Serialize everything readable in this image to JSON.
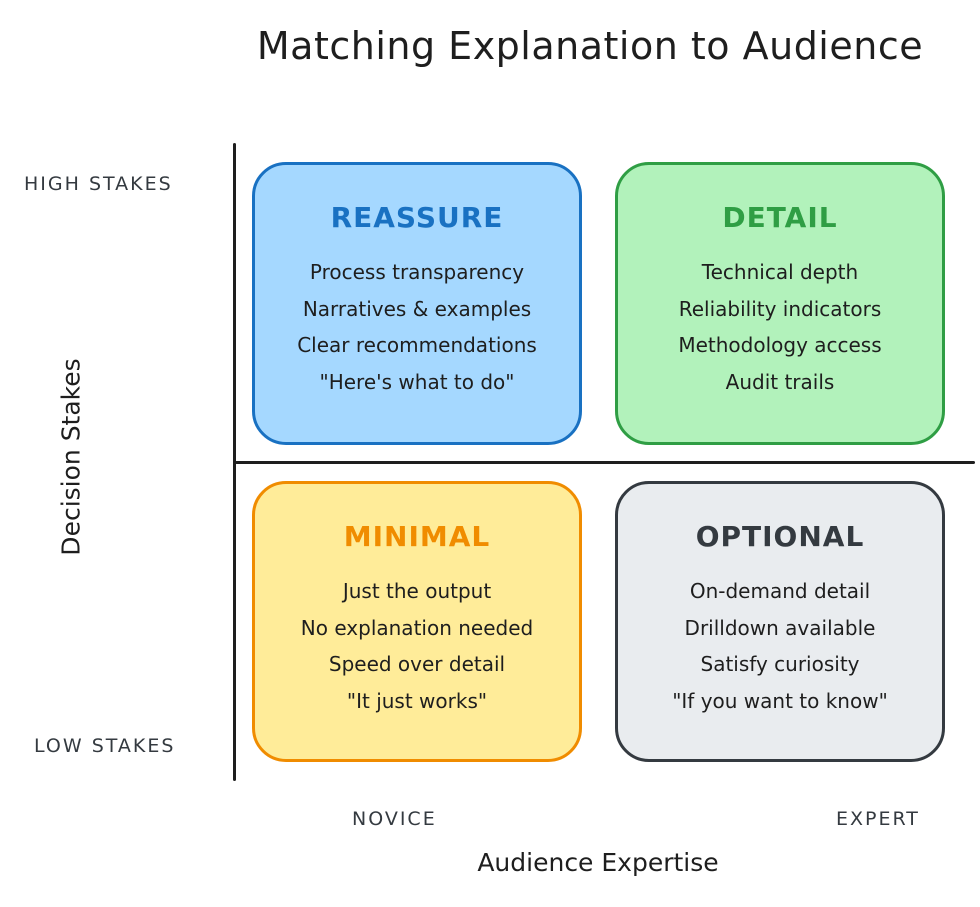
{
  "title": "Matching Explanation to Audience",
  "y_axis": {
    "label": "Decision Stakes",
    "high": "HIGH STAKES",
    "low": "LOW STAKES"
  },
  "x_axis": {
    "label": "Audience Expertise",
    "low": "NOVICE",
    "high": "EXPERT"
  },
  "quadrants": [
    {
      "heading": "REASSURE",
      "color": "#1971c2",
      "fill": "#a5d8ff",
      "items": [
        "Process transparency",
        "Narratives & examples",
        "Clear recommendations",
        "\"Here's what to do\""
      ]
    },
    {
      "heading": "DETAIL",
      "color": "#2f9e44",
      "fill": "#b2f2bb",
      "items": [
        "Technical depth",
        "Reliability indicators",
        "Methodology access",
        "Audit trails"
      ]
    },
    {
      "heading": "MINIMAL",
      "color": "#f08c00",
      "fill": "#ffec99",
      "items": [
        "Just the output",
        "No explanation needed",
        "Speed over detail",
        "\"It just works\""
      ]
    },
    {
      "heading": "OPTIONAL",
      "color": "#343a40",
      "fill": "#e9ecef",
      "items": [
        "On-demand detail",
        "Drilldown available",
        "Satisfy curiosity",
        "\"If you want to know\""
      ]
    }
  ]
}
